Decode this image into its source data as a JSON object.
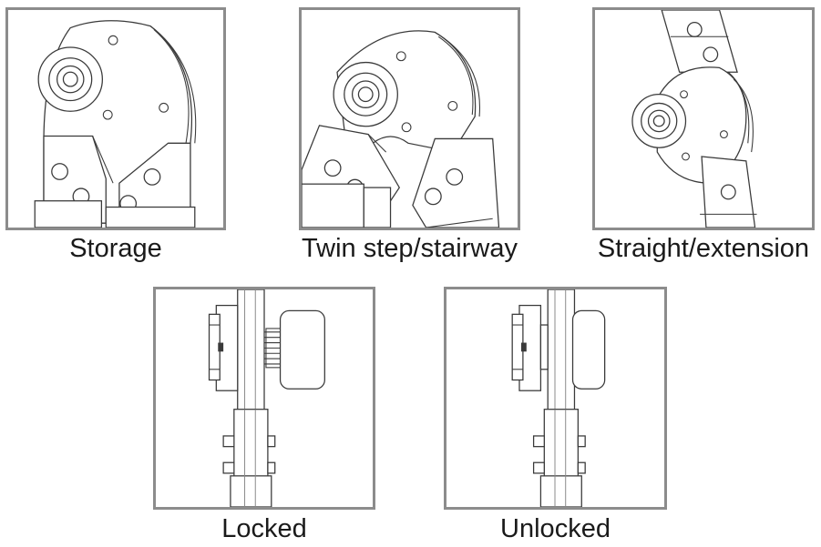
{
  "diagram": {
    "positions": [
      {
        "key": "storage",
        "label": "Storage"
      },
      {
        "key": "twin",
        "label": "Twin step/stairway"
      },
      {
        "key": "straight",
        "label": "Straight/extension"
      },
      {
        "key": "locked",
        "label": "Locked"
      },
      {
        "key": "unlocked",
        "label": "Unlocked"
      }
    ]
  },
  "colors": {
    "frame": "#8c8c8c",
    "line": "#3a3a3a",
    "text": "#1a1a1a"
  }
}
